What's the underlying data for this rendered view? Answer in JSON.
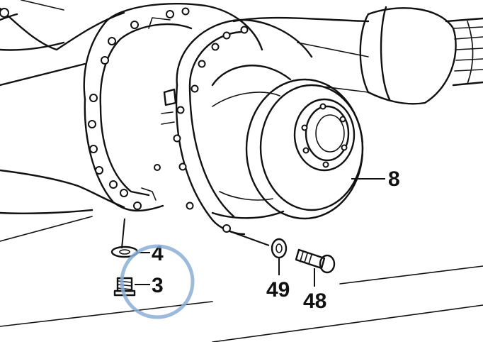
{
  "callouts": {
    "part_8": "8",
    "part_4": "4",
    "part_3": "3",
    "part_49": "49",
    "part_48": "48"
  },
  "highlight_color": "#8aaed6",
  "highlighted_part": "3"
}
